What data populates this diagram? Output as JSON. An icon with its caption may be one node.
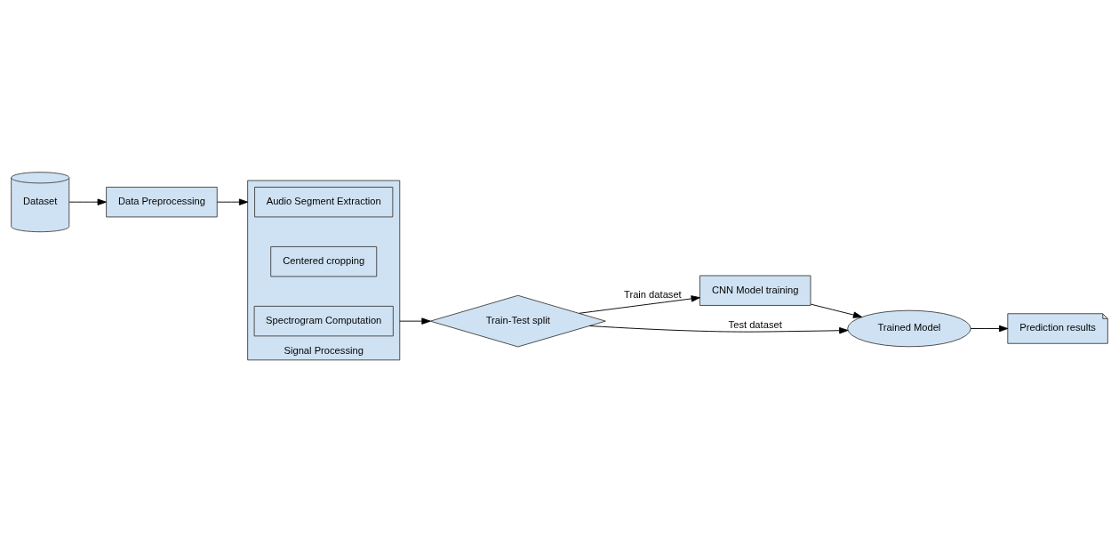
{
  "diagram": {
    "nodes": [
      {
        "text": [
          "Dataset"
        ]
      },
      {
        "text": [
          "Data Preprocessing"
        ]
      },
      {
        "text": [
          "Signal Processing"
        ]
      },
      {
        "text": [
          "Audio Segment Extraction"
        ],
        "in": 2
      },
      {
        "text": [
          "Centered cropping"
        ],
        "in": 2
      },
      {
        "text": [
          "Spectrogram Computation"
        ],
        "in": 2
      },
      {
        "text": [
          "Train-Test split"
        ]
      },
      {
        "text": [
          "CNN Model training"
        ]
      },
      {
        "text": [
          "Trained Model"
        ]
      },
      {
        "text": [
          "Prediction results"
        ]
      }
    ],
    "edges": [
      {
        "from": 0,
        "to": 1,
        "arrow": "to"
      },
      {
        "from": 1,
        "to": 2,
        "arrow": "to"
      },
      {
        "from": 2,
        "to": 6,
        "arrow": "to"
      },
      {
        "from": 6,
        "to": 7,
        "arrow": "to",
        "label": "Train dataset"
      },
      {
        "from": 7,
        "to": 8,
        "arrow": "to"
      },
      {
        "from": 6,
        "to": 8,
        "arrow": "to",
        "label": "Test dataset"
      },
      {
        "from": 8,
        "to": 9,
        "arrow": "to"
      }
    ]
  }
}
